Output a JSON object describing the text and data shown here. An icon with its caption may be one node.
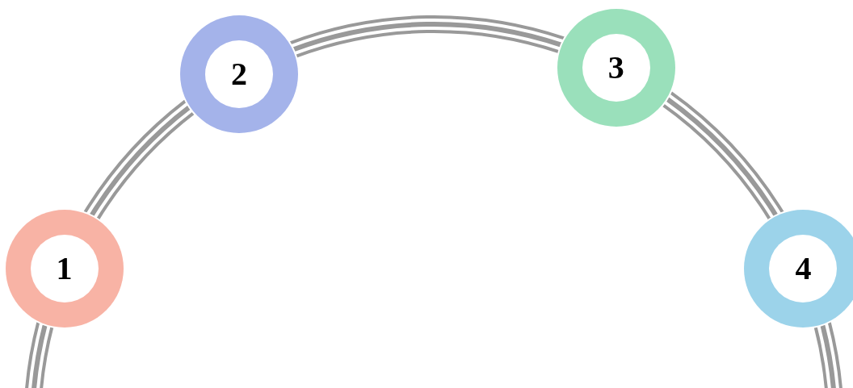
{
  "diagram": {
    "nodes": [
      {
        "text": [
          "1"
        ]
      },
      {
        "text": [
          "2"
        ]
      },
      {
        "text": [
          "3"
        ]
      },
      {
        "text": [
          "4"
        ]
      }
    ],
    "edges": [
      {
        "from": 0,
        "to": 1,
        "arrow": "none"
      },
      {
        "from": 1,
        "to": 2,
        "arrow": "none"
      },
      {
        "from": 2,
        "to": 3,
        "arrow": "none"
      },
      {
        "from": 0,
        "to": null,
        "arrow": "none"
      },
      {
        "from": 3,
        "to": null,
        "arrow": "none"
      }
    ]
  }
}
